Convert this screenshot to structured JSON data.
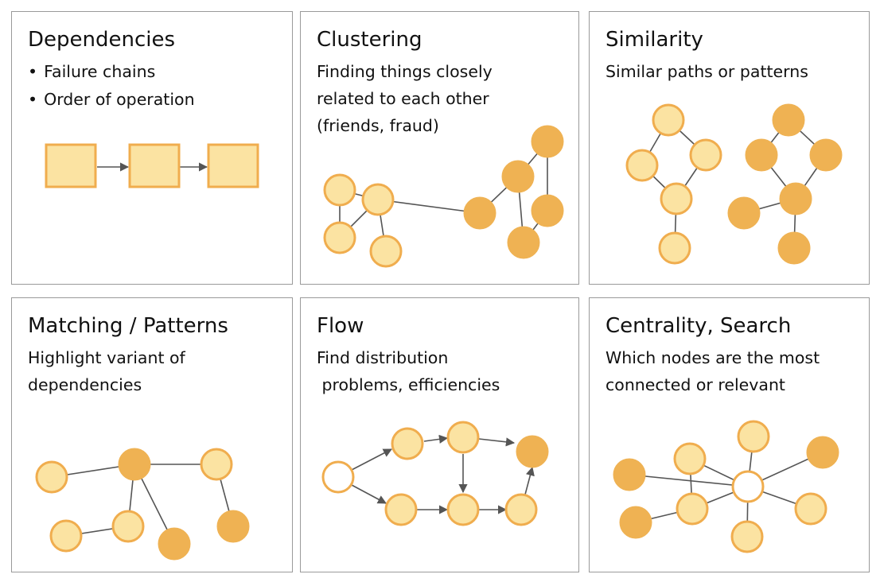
{
  "panels": [
    {
      "title": "Dependencies",
      "bullets": [
        "Failure chains",
        "Order of operation"
      ]
    },
    {
      "title": "Clustering",
      "description": "Finding things closely\nrelated to each other\n(friends, fraud)"
    },
    {
      "title": "Similarity",
      "description": "Similar paths or patterns"
    },
    {
      "title": "Matching / Patterns",
      "description": "Highlight variant of\ndependencies"
    },
    {
      "title": "Flow",
      "description": "Find distribution\n problems, efficiencies"
    },
    {
      "title": "Centrality, Search",
      "description": "Which nodes are the most\nconnected or relevant"
    }
  ],
  "colors": {
    "node_fill_light": "#fbe3a2",
    "node_fill_dark": "#efb253",
    "node_stroke": "#f0ad4e",
    "node_fill_white": "#ffffff",
    "edge": "#555555",
    "panel_border": "#9a9a9a"
  }
}
